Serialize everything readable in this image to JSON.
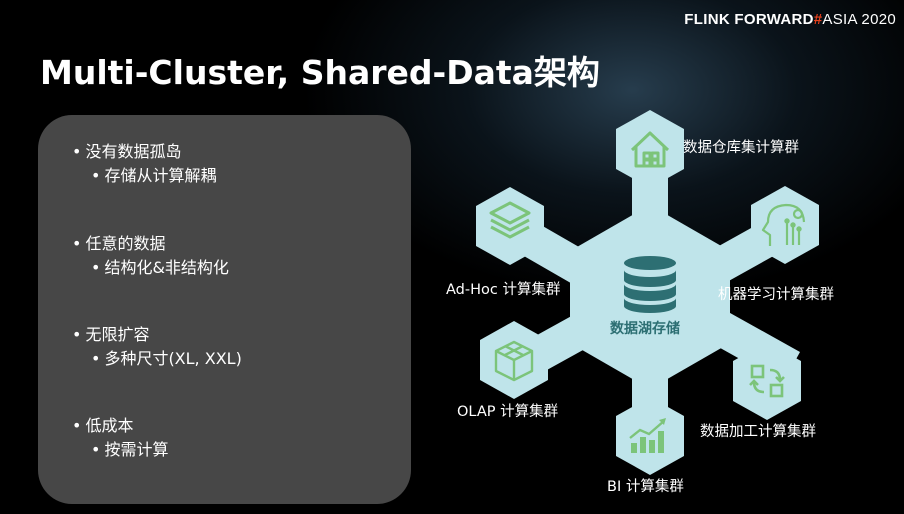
{
  "brand": {
    "part1": "FLINK FORWARD",
    "hash": "#",
    "part2": "ASIA 2020"
  },
  "title": "Multi-Cluster, Shared-Data架构",
  "bullets": [
    {
      "main": "没有数据孤岛",
      "sub": "存储从计算解耦"
    },
    {
      "main": "任意的数据",
      "sub": "结构化&非结构化"
    },
    {
      "main": "无限扩容",
      "sub": "多种尺寸(XL, XXL)"
    },
    {
      "main": "低成本",
      "sub": "按需计算"
    }
  ],
  "center": {
    "label": "数据湖存储",
    "icon": "database-icon"
  },
  "nodes": [
    {
      "label": "数据仓库集计算群",
      "icon": "house-icon"
    },
    {
      "label": "机器学习计算集群",
      "icon": "ai-head-icon"
    },
    {
      "label": "数据加工计算集群",
      "icon": "process-cycle-icon"
    },
    {
      "label": "BI 计算集群",
      "icon": "bar-chart-icon"
    },
    {
      "label": "OLAP 计算集群",
      "icon": "cube-icon"
    },
    {
      "label": "Ad-Hoc 计算集群",
      "icon": "layers-icon"
    }
  ],
  "colors": {
    "hex_fill": "#bfe4ea",
    "icon_green": "#7cc47a",
    "center_text": "#2d6f73",
    "panel": "#474747",
    "brand_accent": "#e8401c"
  }
}
